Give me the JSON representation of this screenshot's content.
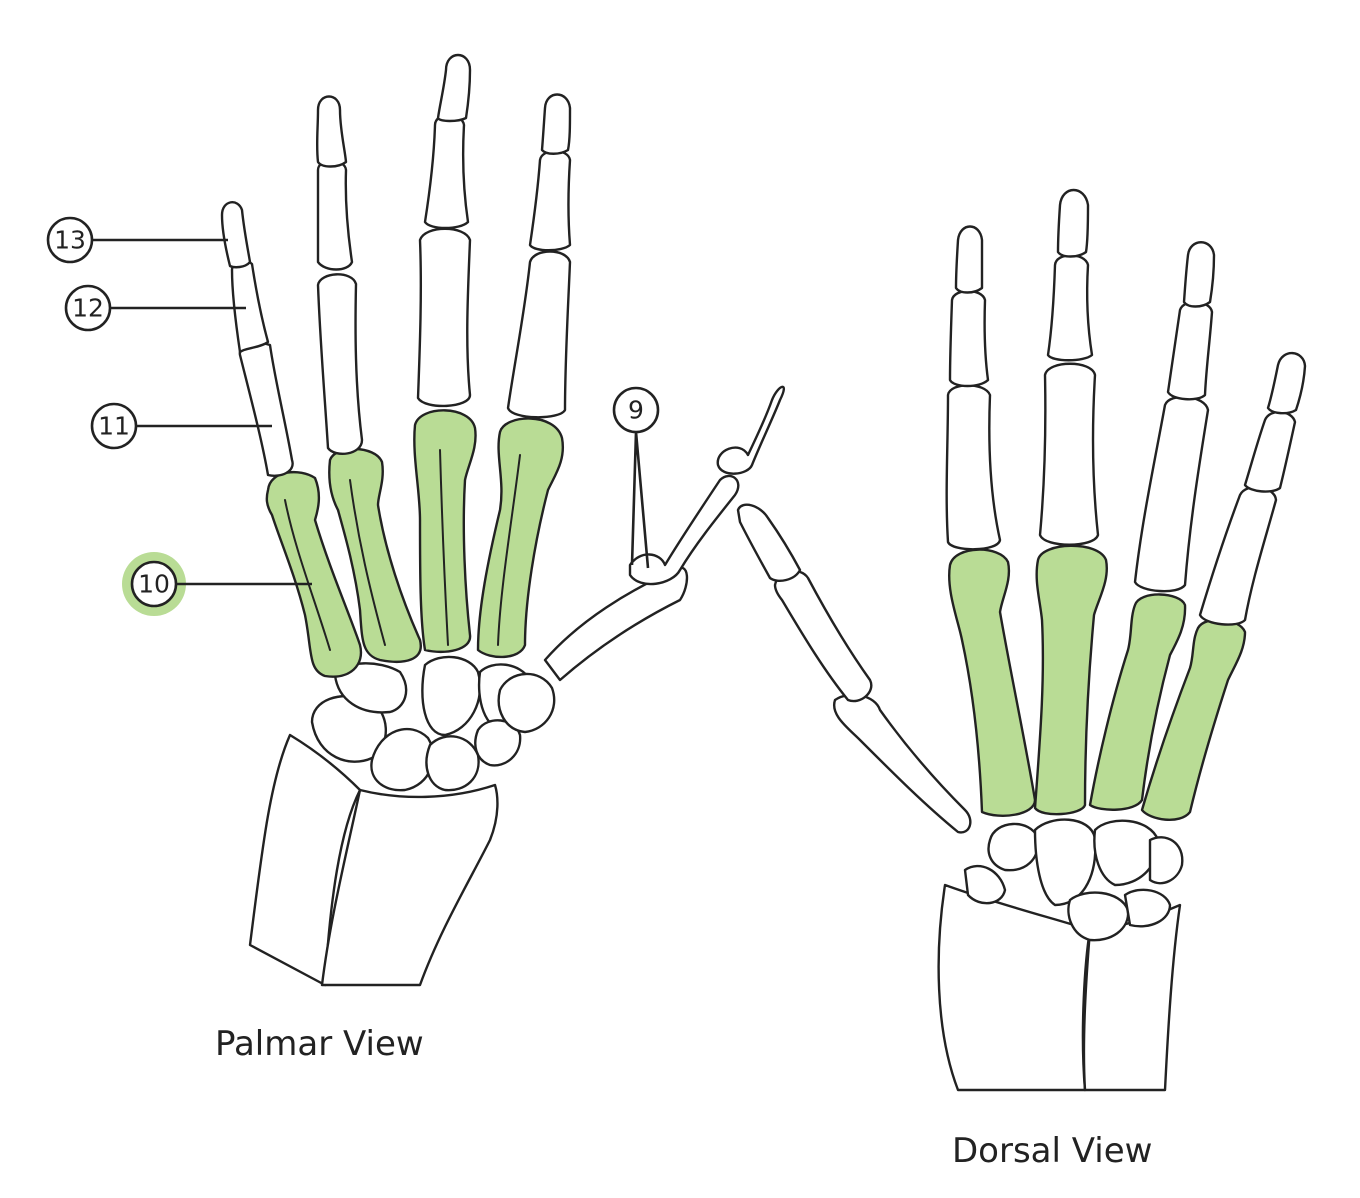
{
  "colors": {
    "highlight": "#b9dc95",
    "outline": "#222222",
    "background": "#ffffff"
  },
  "views": {
    "palmar": {
      "caption": "Palmar View"
    },
    "dorsal": {
      "caption": "Dorsal View"
    }
  },
  "callouts": {
    "c9": "9",
    "c10": "10",
    "c11": "11",
    "c12": "12",
    "c13": "13"
  },
  "highlighted_label": "10"
}
